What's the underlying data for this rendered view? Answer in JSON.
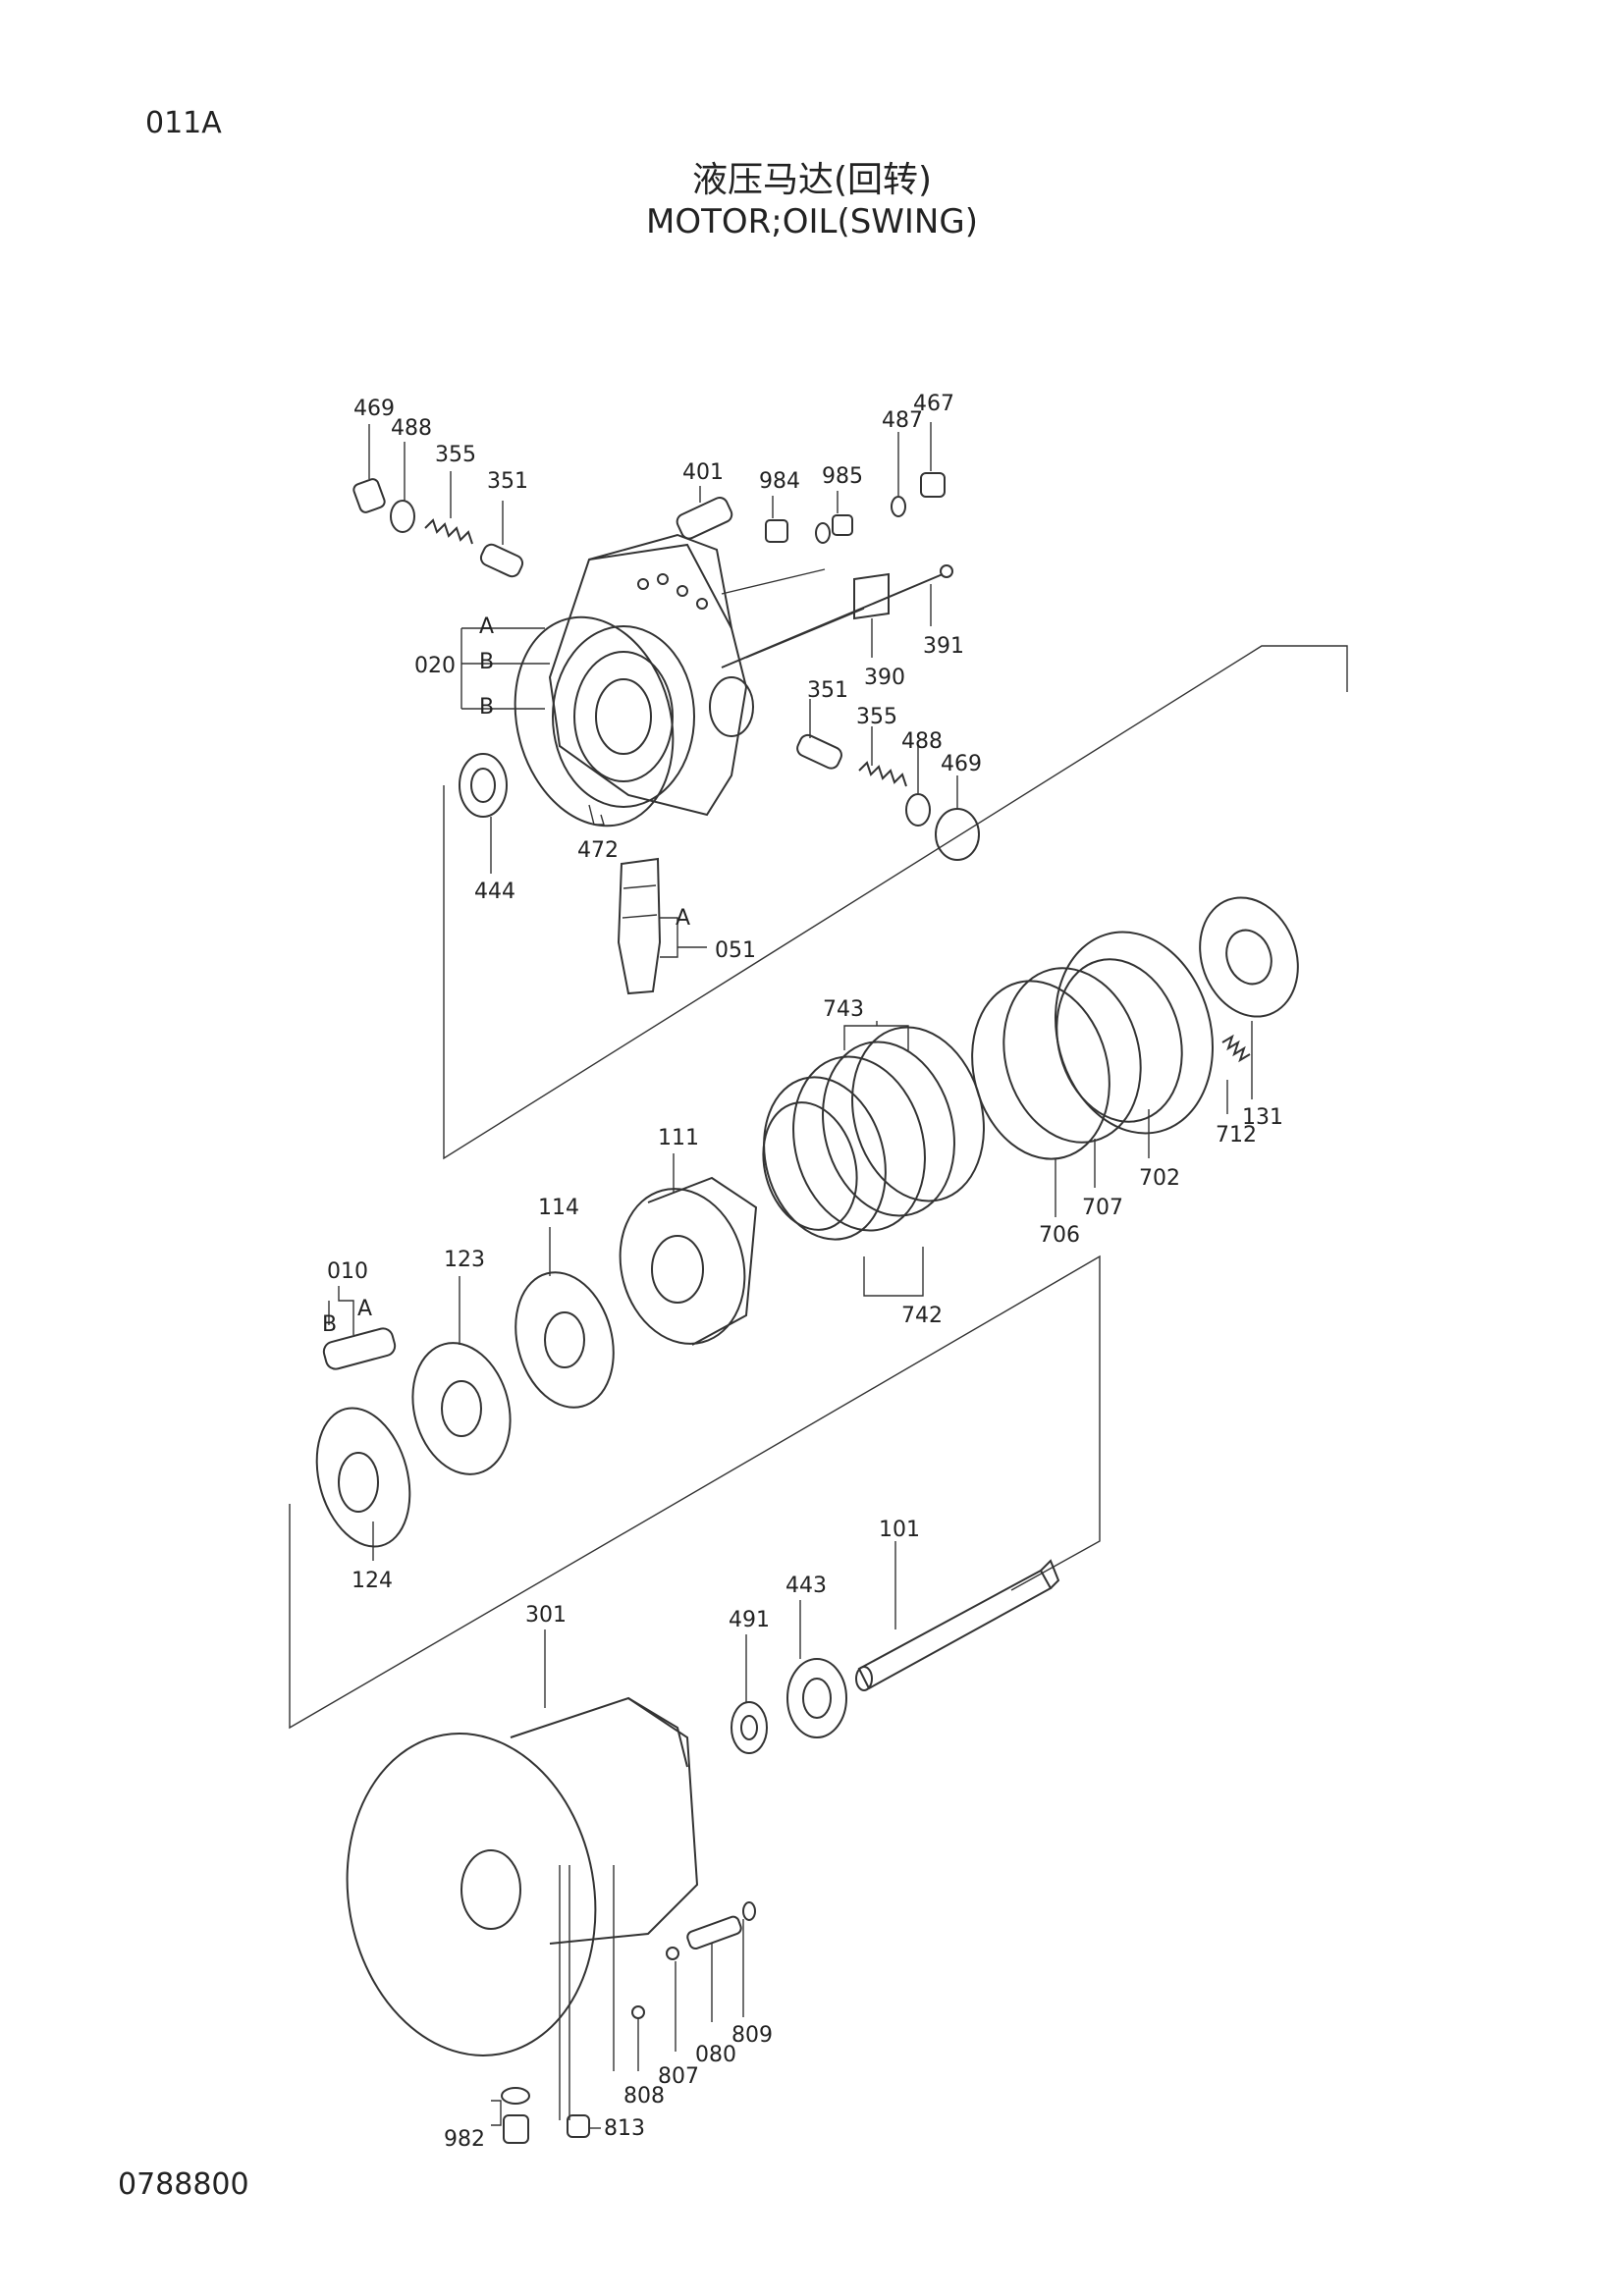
{
  "page_code": "011A",
  "title_cn": "液压马达(回转)",
  "title_en": "MOTOR;OIL(SWING)",
  "doc_number": "0788800",
  "callouts": {
    "p469a": "469",
    "p488a": "488",
    "p355a": "355",
    "p351a": "351",
    "p401": "401",
    "p984": "984",
    "p985": "985",
    "p487": "487",
    "p467": "467",
    "pA1": "A",
    "pB1": "B",
    "pB2": "B",
    "p020": "020",
    "p391": "391",
    "p390": "390",
    "p351b": "351",
    "p355b": "355",
    "p488b": "488",
    "p469b": "469",
    "p472": "472",
    "p444": "444",
    "pA2": "A",
    "p051": "051",
    "p743": "743",
    "p111": "111",
    "p114": "114",
    "p123": "123",
    "p010": "010",
    "pB3": "B",
    "pA3": "A",
    "p742": "742",
    "p706": "706",
    "p707": "707",
    "p702": "702",
    "p712": "712",
    "p131": "131",
    "p124": "124",
    "p101": "101",
    "p443": "443",
    "p491": "491",
    "p301": "301",
    "p809": "809",
    "p080": "080",
    "p807": "807",
    "p808": "808",
    "p982": "982",
    "p813": "813"
  }
}
